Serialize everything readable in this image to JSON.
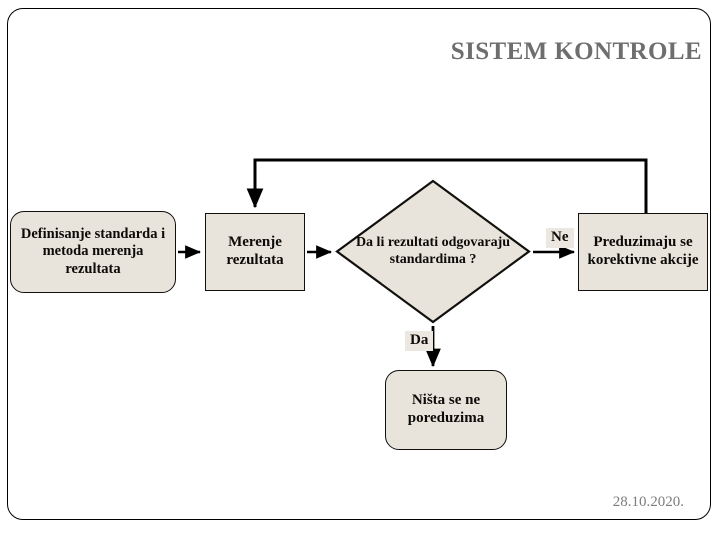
{
  "slide": {
    "title": "SISTEM KONTROLE",
    "date": "28.10.2020.",
    "title_color": "#6e6e6e",
    "node_fill": "#e8e4dc",
    "node_stroke": "#12100c",
    "background": "#ffffff"
  },
  "flowchart": {
    "nodes": [
      {
        "id": "define",
        "shape": "rounded-rect",
        "label": "Definisanje standarda i metoda merenja rezultata"
      },
      {
        "id": "measure",
        "shape": "rect",
        "label": "Merenje rezultata"
      },
      {
        "id": "decision",
        "shape": "diamond",
        "label": "Da li rezultati odgovaraju standardima ?"
      },
      {
        "id": "corrective",
        "shape": "rect",
        "label": "Preduzimaju se korektivne akcije"
      },
      {
        "id": "nothing",
        "shape": "rounded-rect",
        "label": "Ništa se ne poreduzima"
      }
    ],
    "branch_labels": {
      "no": "Ne",
      "yes": "Da"
    },
    "connectors": [
      {
        "from": "define",
        "to": "measure",
        "label": ""
      },
      {
        "from": "measure",
        "to": "decision",
        "label": ""
      },
      {
        "from": "decision",
        "to": "corrective",
        "label": "Ne"
      },
      {
        "from": "decision",
        "to": "nothing",
        "label": "Da"
      },
      {
        "from": "corrective",
        "to": "measure",
        "label": ""
      }
    ]
  }
}
